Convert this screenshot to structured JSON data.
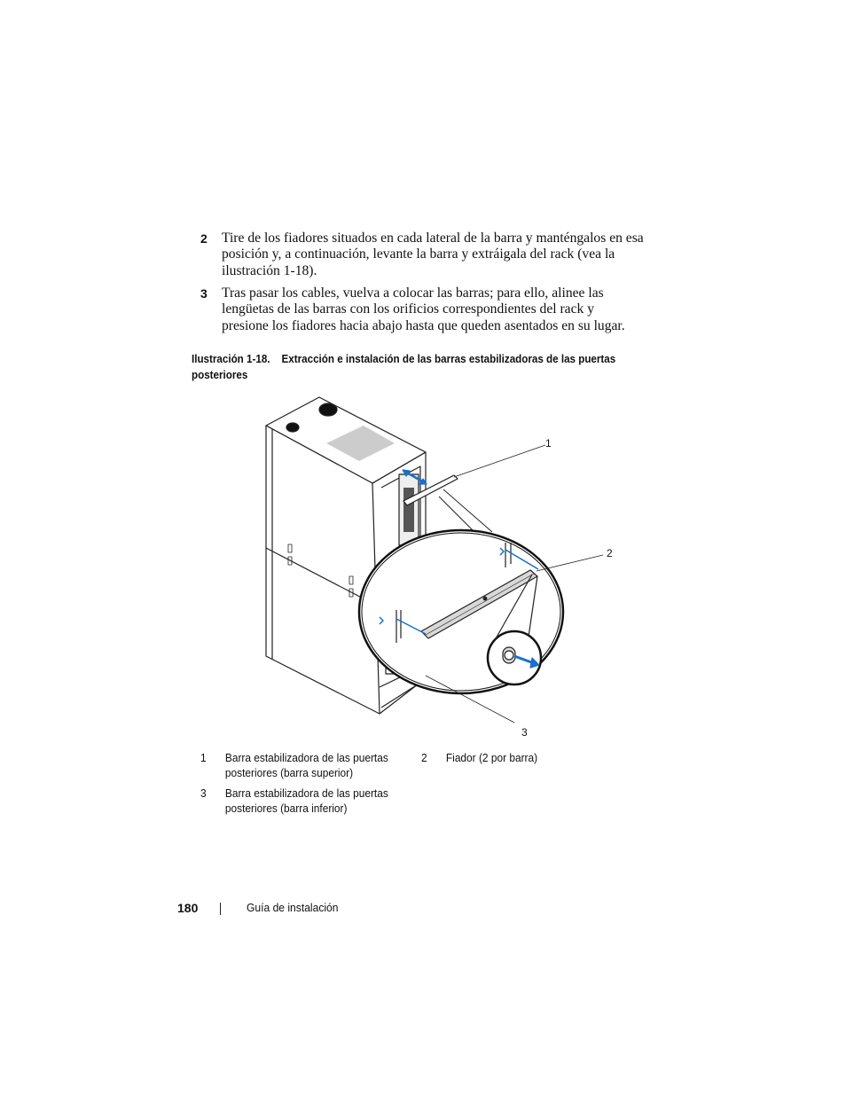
{
  "steps": [
    {
      "number": "2",
      "text": "Tire de los fiadores situados en cada lateral de la barra y manténgalos en esa posición y, a continuación, levante la barra y extráigala del rack (vea la ilustración 1-18)."
    },
    {
      "number": "3",
      "text": "Tras pasar los cables, vuelva a colocar las barras; para ello, alinee las lengüetas de las barras con los orificios correspondientes del rack y presione los fiadores hacia abajo hasta que queden asentados en su lugar."
    }
  ],
  "figure": {
    "label": "Ilustración 1-18.",
    "title": "Extracción e instalación de las barras estabilizadoras de las puertas posteriores",
    "callouts": [
      "1",
      "2",
      "3"
    ],
    "arrow_color": "#1a6fc9"
  },
  "legend": [
    {
      "number": "1",
      "text": "Barra estabilizadora de las puertas posteriores (barra superior)"
    },
    {
      "number": "2",
      "text": "Fiador (2 por barra)"
    },
    {
      "number": "3",
      "text": "Barra estabilizadora de las puertas posteriores (barra inferior)"
    }
  ],
  "footer": {
    "page_number": "180",
    "title": "Guía de instalación"
  }
}
